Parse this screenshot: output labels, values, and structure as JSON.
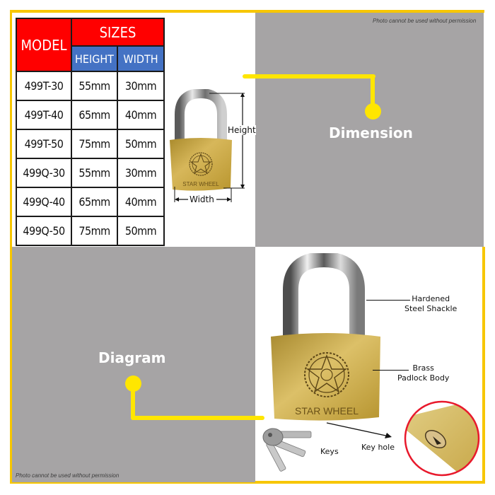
{
  "watermark": "Photo cannot be used without permission",
  "colors": {
    "frame": "#f7c600",
    "panel_gray": "#a6a4a5",
    "connector": "#ffe600",
    "table_header_red": "#ff0000",
    "table_header_blue": "#4472c4",
    "keyhole_circle": "#e8192c"
  },
  "size_table": {
    "headers": {
      "model": "MODEL",
      "sizes": "SIZES",
      "height": "HEIGHT",
      "width": "WIDTH"
    },
    "rows": [
      {
        "model": "499T-30",
        "height": "55mm",
        "width": "30mm"
      },
      {
        "model": "499T-40",
        "height": "65mm",
        "width": "40mm"
      },
      {
        "model": "499T-50",
        "height": "75mm",
        "width": "50mm"
      },
      {
        "model": "499Q-30",
        "height": "55mm",
        "width": "30mm"
      },
      {
        "model": "499Q-40",
        "height": "65mm",
        "width": "40mm"
      },
      {
        "model": "499Q-50",
        "height": "75mm",
        "width": "50mm"
      }
    ]
  },
  "dimension_panel": {
    "title": "Dimension",
    "height_label": "Height",
    "width_label": "Width",
    "brand_engraving": "STAR WHEEL"
  },
  "diagram_panel": {
    "title": "Diagram",
    "brand_engraving": "STAR WHEEL",
    "callouts": {
      "shackle": [
        "Hardened",
        "Steel Shackle"
      ],
      "body": [
        "Brass",
        "Padlock Body"
      ],
      "keys": "Keys",
      "keyhole": "Key hole"
    }
  }
}
